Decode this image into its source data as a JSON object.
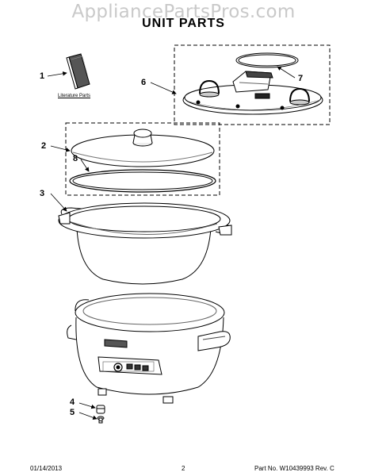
{
  "watermark": "AppliancePartsPros.com",
  "title": "UNIT PARTS",
  "literature_label": "Literature Parts",
  "callouts": {
    "c1": "1",
    "c2": "2",
    "c3": "3",
    "c4": "4",
    "c5": "5",
    "c6": "6",
    "c7": "7",
    "c8": "8"
  },
  "footer": {
    "date": "01/14/2013",
    "page": "2",
    "part": "Part No. W10439993  Rev. C"
  }
}
